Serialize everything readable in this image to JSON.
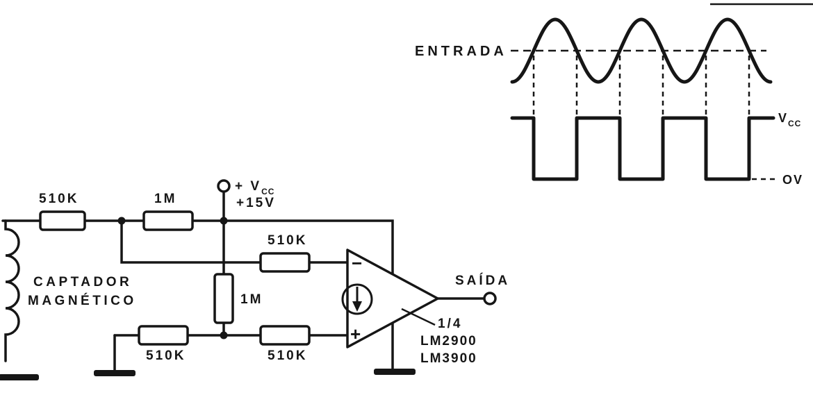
{
  "colors": {
    "ink": "#161616",
    "paper": "#ffffff"
  },
  "waveform_panel": {
    "input_label": "ENTRADA",
    "vcc_label": {
      "base": "V",
      "sub": "CC"
    },
    "zero_label": "OV"
  },
  "schematic": {
    "pickup_label": {
      "line1": "CAPTADOR",
      "line2": "MAGNÉTICO"
    },
    "resistors": {
      "top_left": "510K",
      "top_mid": "1M",
      "middle": "510K",
      "vertical": "1M",
      "bottom_left": "510K",
      "bottom_right": "510K"
    },
    "supply": {
      "label_base": "+ V",
      "label_sub": "CC",
      "voltage": "+15V"
    },
    "opamp": {
      "inverting_sign": "−",
      "noninverting_sign": "+",
      "fraction": "1/4",
      "part_line1": "LM2900",
      "part_line2": "LM3900"
    },
    "output_label": "SAÍDA"
  }
}
